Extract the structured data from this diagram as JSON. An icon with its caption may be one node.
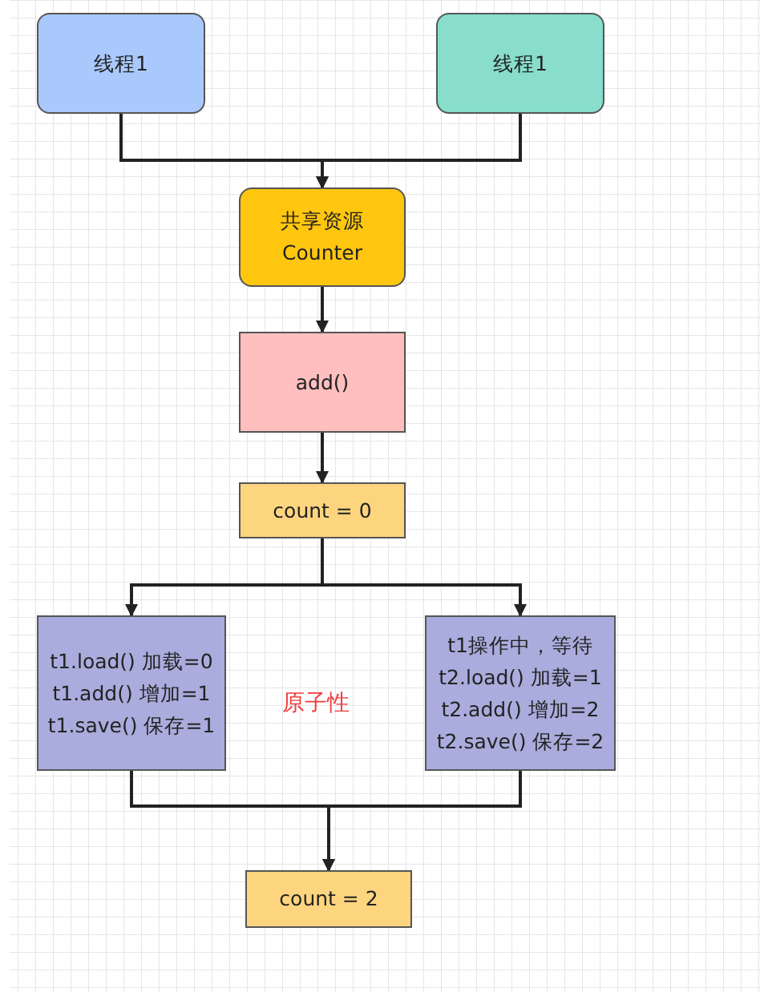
{
  "diagram": {
    "nodes": [
      {
        "text": [
          "线程1"
        ]
      },
      {
        "text": [
          "线程1"
        ]
      },
      {
        "text": [
          "共享资源",
          "Counter"
        ]
      },
      {
        "text": [
          "add()"
        ]
      },
      {
        "text": [
          "count = 0"
        ]
      },
      {
        "text": [
          "t1.load() 加载=0",
          "t1.add() 增加=1",
          "t1.save() 保存=1"
        ]
      },
      {
        "text": [
          "t1操作中，等待",
          "t2.load() 加载=1",
          "t2.add() 增加=2",
          "t2.save() 保存=2"
        ]
      },
      {
        "text": [
          "count = 2"
        ]
      }
    ],
    "edges": [
      {
        "from": 0,
        "to": 2,
        "arrow": "to"
      },
      {
        "from": 1,
        "to": 2,
        "arrow": "to"
      },
      {
        "from": 2,
        "to": 3,
        "arrow": "to"
      },
      {
        "from": 3,
        "to": 4,
        "arrow": "to"
      },
      {
        "from": 4,
        "to": 5,
        "arrow": "to"
      },
      {
        "from": 4,
        "to": 6,
        "arrow": "to"
      },
      {
        "from": 5,
        "to": 7,
        "arrow": "to"
      },
      {
        "from": 6,
        "to": 7,
        "arrow": "to"
      }
    ],
    "labels": [
      "原子性"
    ]
  }
}
